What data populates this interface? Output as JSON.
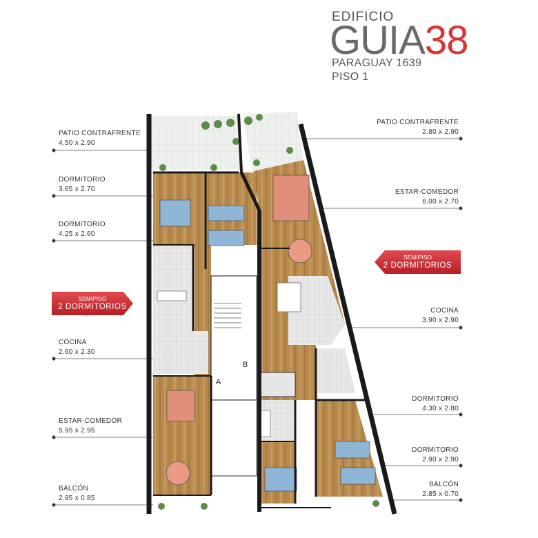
{
  "header": {
    "building_prefix": "EDIFICIO",
    "logo_text": "GUIA",
    "logo_number": "38",
    "address": "PARAGUAY 1639",
    "floor": "PISO 1"
  },
  "colors": {
    "brand_red": "#d6343a",
    "logo_gray": "#6a6a6a",
    "wood_floor": "#b88a4e",
    "tile_floor": "#e6e6e6",
    "wall": "#1a1a1a"
  },
  "left_unit": {
    "badge": {
      "line1": "SEMIPISO",
      "line2": "2 DORMITORIOS"
    },
    "rooms": [
      {
        "name": "PATIO CONTRAFRENTE",
        "dims": "4.50 x 2.90"
      },
      {
        "name": "DORMITORIO",
        "dims": "3.65 x 2.70"
      },
      {
        "name": "DORMITORIO",
        "dims": "4.25 x 2.60"
      },
      {
        "name": "COCINA",
        "dims": "2.60 x 2.30"
      },
      {
        "name": "ESTAR-COMEDOR",
        "dims": "5.95 x 2.95"
      },
      {
        "name": "BALCÓN",
        "dims": "2.95 x 0.85"
      }
    ]
  },
  "right_unit": {
    "badge": {
      "line1": "SEMIPISO",
      "line2": "2 DORMITORIOS"
    },
    "rooms": [
      {
        "name": "PATIO CONTRAFRENTE",
        "dims": "2.80 x 2.90"
      },
      {
        "name": "ESTAR-COMEDOR",
        "dims": "6.00 x 2.70"
      },
      {
        "name": "COCINA",
        "dims": "3.90 x 2.90"
      },
      {
        "name": "DORMITORIO",
        "dims": "4.30 x 2.80"
      },
      {
        "name": "DORMITORIO",
        "dims": "2.90 x 2.90"
      },
      {
        "name": "BALCÓN",
        "dims": "2.85 x 0.70"
      }
    ]
  },
  "plan_marks": {
    "door_a": "A",
    "door_b": "B"
  }
}
